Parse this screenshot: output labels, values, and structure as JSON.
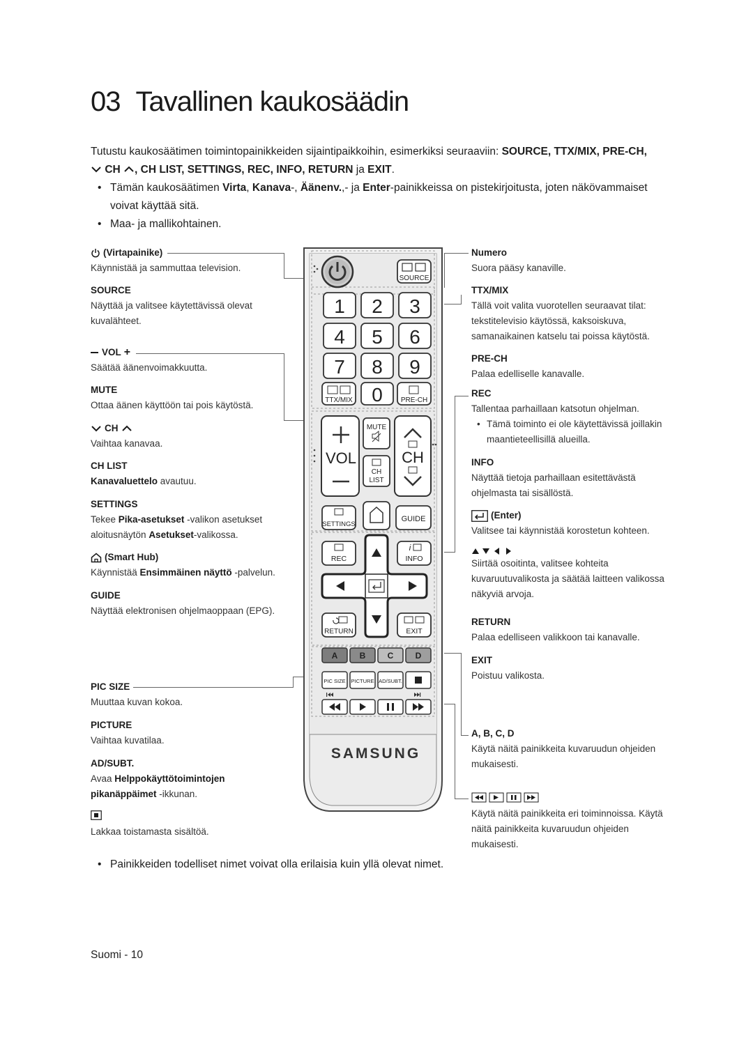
{
  "page": {
    "chapter_number": "03",
    "chapter_title": "Tavallinen kaukosäädin",
    "intro_prefix": "Tutustu kaukosäätimen toimintopainikkeiden sijaintipaikkoihin, esimerkiksi seuraaviin: ",
    "intro_keys_1": "SOURCE, TTX/MIX, PRE-CH,",
    "intro_ch": "CH",
    "intro_keys_2": ", CH LIST, SETTINGS, REC, INFO, RETURN",
    "intro_ja": " ja ",
    "intro_exit": "EXIT",
    "intro_end": ".",
    "bullet_1_a": "Tämän kaukosäätimen ",
    "bullet_1_virta": "Virta",
    "bullet_1_sep1": ", ",
    "bullet_1_kanava": "Kanava",
    "bullet_1_sep2": "-, ",
    "bullet_1_aanenv": "Äänenv.",
    "bullet_1_sep3": ",- ja ",
    "bullet_1_enter": "Enter",
    "bullet_1_b": "-painikkeissa on pistekirjoitusta, joten näkövammaiset voivat käyttää sitä.",
    "bullet_2": "Maa- ja mallikohtainen.",
    "bottom_note": "Painikkeiden todelliset nimet voivat olla erilaisia kuin yllä olevat nimet.",
    "footer": "Suomi - 10"
  },
  "left": {
    "power_head": "(Virtapainike)",
    "power_desc": "Käynnistää ja sammuttaa television.",
    "source_head": "SOURCE",
    "source_desc": "Näyttää ja valitsee käytettävissä olevat kuvalähteet.",
    "vol_head": "VOL",
    "vol_desc": "Säätää äänenvoimakkuutta.",
    "mute_head": "MUTE",
    "mute_desc": "Ottaa äänen käyttöön tai pois käytöstä.",
    "ch_head": "CH",
    "ch_desc": "Vaihtaa kanavaa.",
    "chlist_head": "CH LIST",
    "chlist_desc_b": "Kanavaluettelo",
    "chlist_desc": " avautuu.",
    "settings_head": "SETTINGS",
    "settings_desc_1": "Tekee ",
    "settings_desc_b1": "Pika-asetukset",
    "settings_desc_2": " -valikon asetukset aloitusnäytön ",
    "settings_desc_b2": "Asetukset",
    "settings_desc_3": "-valikossa.",
    "smarthub_head": "(Smart Hub)",
    "smarthub_desc_1": "Käynnistää ",
    "smarthub_desc_b": "Ensimmäinen näyttö",
    "smarthub_desc_2": " -palvelun.",
    "guide_head": "GUIDE",
    "guide_desc": "Näyttää elektronisen ohjelmaoppaan (EPG).",
    "picsize_head": "PIC SIZE",
    "picsize_desc": "Muuttaa kuvan kokoa.",
    "picture_head": "PICTURE",
    "picture_desc": "Vaihtaa kuvatilaa.",
    "adsubt_head": "AD/SUBT.",
    "adsubt_desc_1": "Avaa ",
    "adsubt_desc_b": "Helppokäyttötoimintojen pikanäppäimet",
    "adsubt_desc_2": " -ikkunan.",
    "stop_desc": "Lakkaa toistamasta sisältöä."
  },
  "right": {
    "numero_head": "Numero",
    "numero_desc": "Suora pääsy kanaville.",
    "ttx_head": "TTX/MIX",
    "ttx_desc": "Tällä voit valita vuorotellen seuraavat tilat: tekstitelevisio käytössä, kaksoiskuva, samanaikainen katselu tai poissa käytöstä.",
    "prech_head": "PRE-CH",
    "prech_desc": "Palaa edelliselle kanavalle.",
    "rec_head": "REC",
    "rec_desc": "Tallentaa parhaillaan katsotun ohjelman.",
    "rec_note": "Tämä toiminto ei ole käytettävissä joillakin maantieteellisillä alueilla.",
    "info_head": "INFO",
    "info_desc": "Näyttää tietoja parhaillaan esitettävästä ohjelmasta tai sisällöstä.",
    "enter_head": "(Enter)",
    "enter_desc": "Valitsee tai käynnistää korostetun kohteen.",
    "arrows_desc": "Siirtää osoitinta, valitsee kohteita kuvaruutuvalikosta ja säätää laitteen valikossa näkyviä arvoja.",
    "return_head": "RETURN",
    "return_desc": "Palaa edelliseen valikkoon tai kanavalle.",
    "exit_head": "EXIT",
    "exit_desc": "Poistuu valikosta.",
    "abcd_head": "A, B, C, D",
    "abcd_desc": "Käytä näitä painikkeita kuvaruudun ohjeiden mukaisesti.",
    "media_desc": "Käytä näitä painikkeita eri toiminnoissa. Käytä näitä painikkeita kuvaruudun ohjeiden mukaisesti."
  },
  "remote": {
    "source": "SOURCE",
    "digits": [
      "1",
      "2",
      "3",
      "4",
      "5",
      "6",
      "7",
      "8",
      "9",
      "0"
    ],
    "ttx": "TTX/MIX",
    "prech": "PRE-CH",
    "mute": "MUTE",
    "vol": "VOL",
    "ch": "CH",
    "ch_btn": "CH",
    "list": "LIST",
    "settings": "SETTINGS",
    "guide": "GUIDE",
    "rec": "REC",
    "info": "INFO",
    "return": "RETURN",
    "exit": "EXIT",
    "color_buttons": [
      "A",
      "B",
      "C",
      "D"
    ],
    "picsize": "PIC SIZE",
    "picture": "PICTURE",
    "adsubt": "AD/SUBT.",
    "brand": "SAMSUNG",
    "color_a": "#7d7d7d",
    "color_b": "#8a8a8a",
    "color_c": "#bdbdbd",
    "color_d": "#9e9e9e"
  }
}
